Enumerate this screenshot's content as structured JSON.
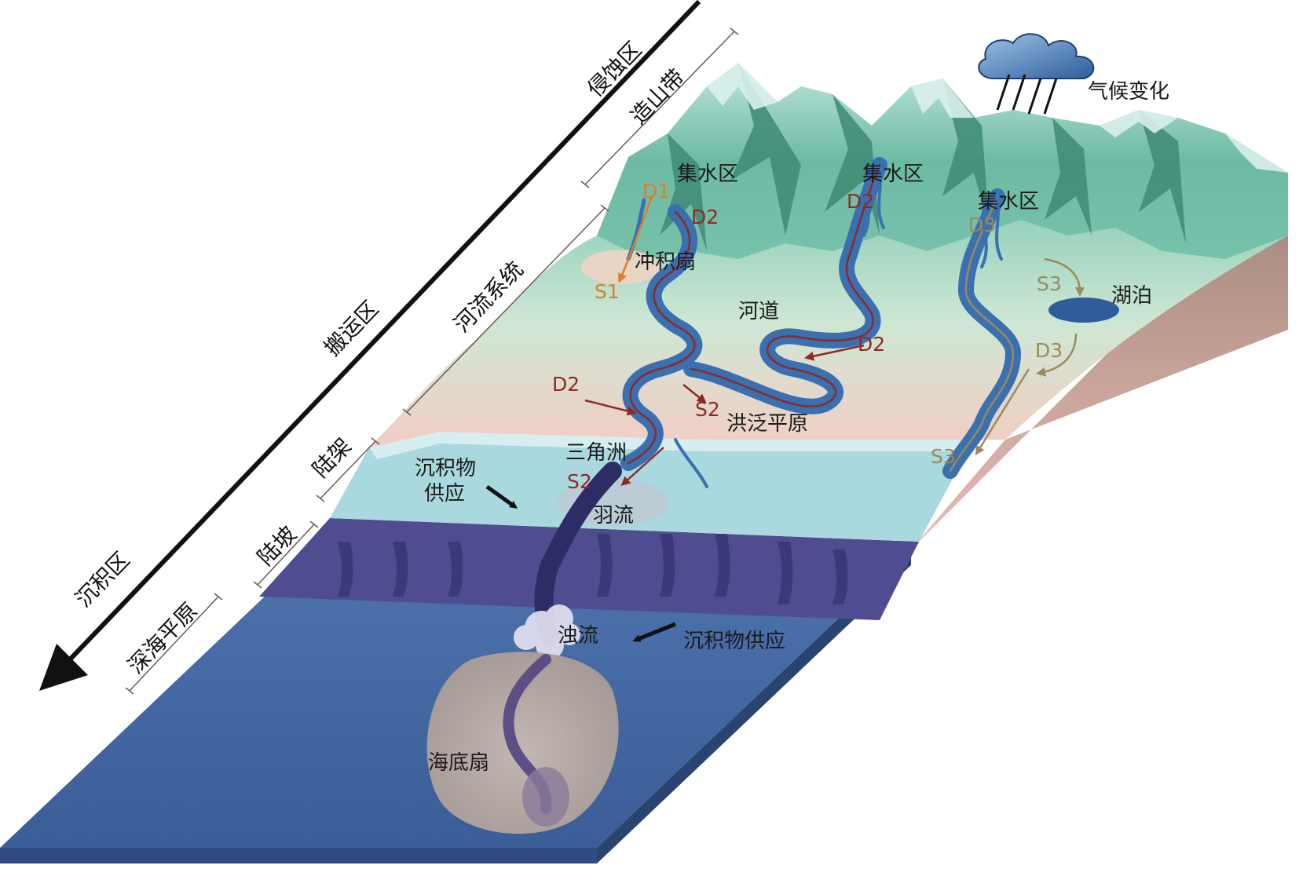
{
  "zones": {
    "erosion": "侵蚀区",
    "transport": "搬运区",
    "deposition": "沉积区"
  },
  "subzones": {
    "orogenic_belt": "造山带",
    "river_system": "河流系统",
    "continental_shelf": "陆架",
    "continental_slope": "陆坡",
    "abyssal_plain": "深海平原"
  },
  "features": {
    "catchment_1": "集水区",
    "catchment_2": "集水区",
    "catchment_3": "集水区",
    "alluvial_fan": "冲积扇",
    "channel": "河道",
    "floodplain": "洪泛平原",
    "delta": "三角洲",
    "lake": "湖泊",
    "plume": "羽流",
    "turbidity_current": "浊流",
    "submarine_fan": "海底扇",
    "climate_change": "气候变化",
    "sediment_supply_shelf_1": "沉积物",
    "sediment_supply_shelf_2": "供应",
    "sediment_supply_deep": "沉积物供应"
  },
  "codes": {
    "D1": "D1",
    "D2": "D2",
    "D3": "D3",
    "S1": "S1",
    "S2": "S2",
    "S3": "S3"
  },
  "colors": {
    "mountain": "#6fbfa8",
    "mountain_dark": "#3f8a76",
    "snow": "#d9f0ec",
    "plain": "#bfe0c8",
    "plain_pink": "#f3c9c0",
    "shelf": "#a9d8de",
    "slope": "#4f4d8f",
    "deep_sea": "#3c5f9a",
    "river": "#3a6fb0",
    "fan": "#b7aaa4",
    "d1_color": "#e07b2a",
    "d2_color": "#8e2a24",
    "d3_color": "#9b8a5a"
  }
}
